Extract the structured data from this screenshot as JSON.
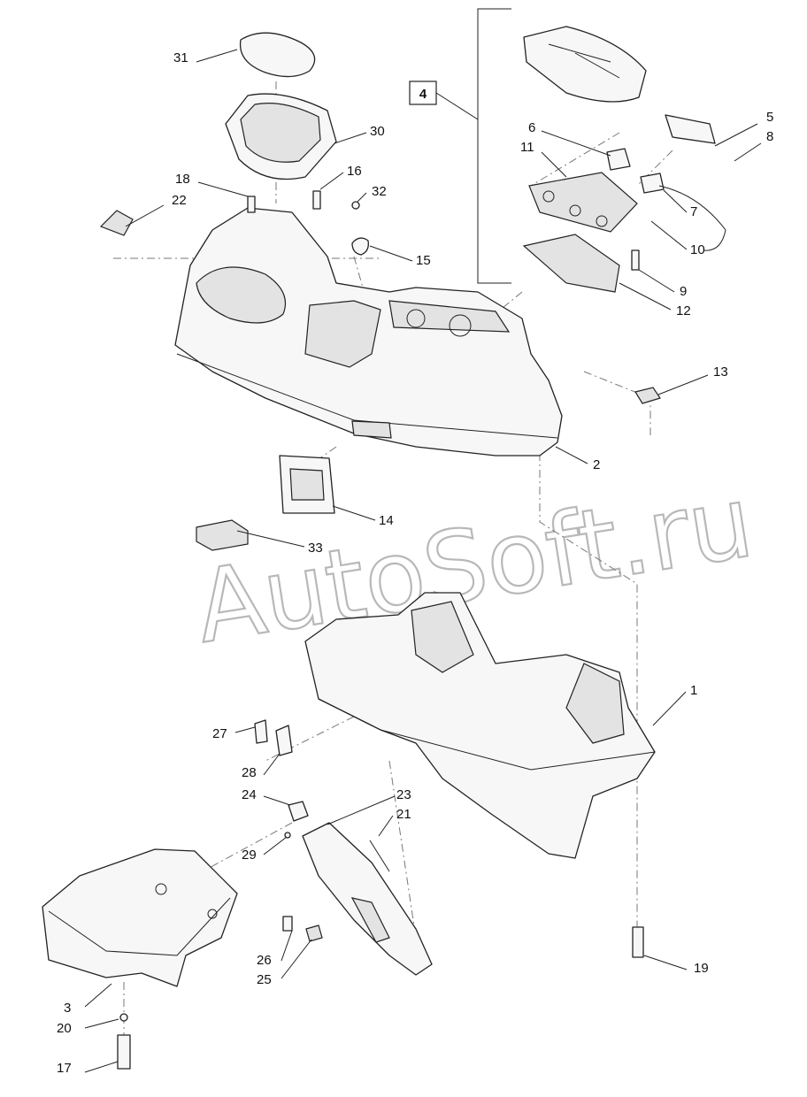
{
  "watermark": "AutoSoft.ru",
  "group_box_label": "4",
  "callouts": [
    "1",
    "2",
    "3",
    "5",
    "6",
    "7",
    "8",
    "9",
    "10",
    "11",
    "12",
    "13",
    "14",
    "15",
    "16",
    "17",
    "18",
    "19",
    "20",
    "21",
    "22",
    "23",
    "24",
    "25",
    "26",
    "27",
    "28",
    "29",
    "30",
    "31",
    "32",
    "33"
  ]
}
